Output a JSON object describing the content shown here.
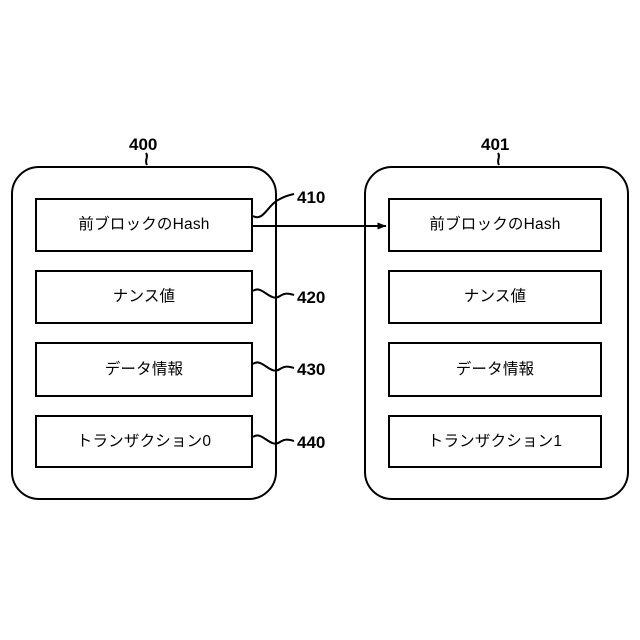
{
  "figure": {
    "title": "",
    "background_color": "#ffffff",
    "line_color": "#000000"
  },
  "blocks": [
    {
      "ref": "400",
      "rows": [
        {
          "label": "前ブロックのHash",
          "ref": "410"
        },
        {
          "label": "ナンス値",
          "ref": "420"
        },
        {
          "label": "データ情報",
          "ref": "430"
        },
        {
          "label": "トランザクション0",
          "ref": "440"
        }
      ]
    },
    {
      "ref": "401",
      "rows": [
        {
          "label": "前ブロックのHash",
          "ref": ""
        },
        {
          "label": "ナンス値",
          "ref": ""
        },
        {
          "label": "データ情報",
          "ref": ""
        },
        {
          "label": "トランザクション1",
          "ref": ""
        }
      ]
    }
  ],
  "connector": {
    "name": "hash-link-arrow",
    "from_block_ref": "400",
    "from_row": "前ブロックのHash",
    "to_block_ref": "401",
    "to_row": "前ブロックのHash",
    "arrow_head": "right"
  },
  "reference_numerals": [
    "400",
    "401",
    "410",
    "420",
    "430",
    "440"
  ]
}
